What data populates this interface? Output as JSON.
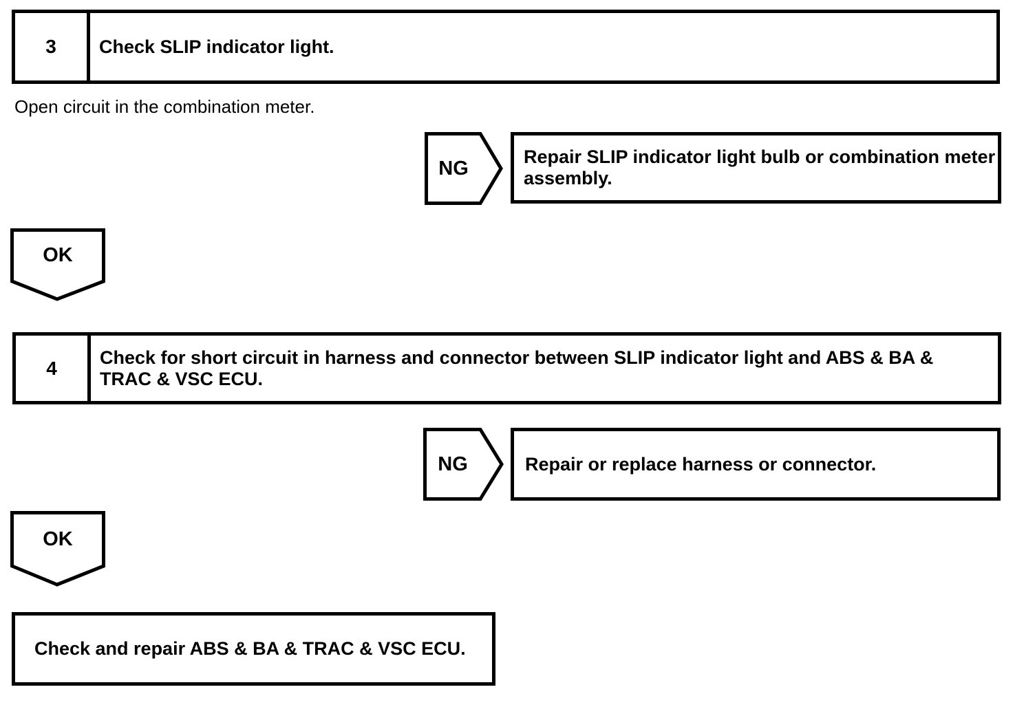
{
  "document": {
    "kind": "diagnostic-flowchart"
  },
  "colors": {
    "ink": "#000000",
    "paper": "#ffffff"
  },
  "cause_text": "Open circuit in the combination meter.",
  "steps": [
    {
      "number": "3",
      "title": "Check SLIP indicator light.",
      "ng_label": "NG",
      "ng_action": "Repair SLIP indicator light bulb or combination meter assembly.",
      "ok_label": "OK"
    },
    {
      "number": "4",
      "title": "Check for short circuit in harness and connector between SLIP indicator light and ABS & BA & TRAC & VSC ECU.",
      "ng_label": "NG",
      "ng_action": "Repair or replace harness or connector.",
      "ok_label": "OK"
    }
  ],
  "final_action": "Check and repair ABS & BA & TRAC & VSC ECU."
}
